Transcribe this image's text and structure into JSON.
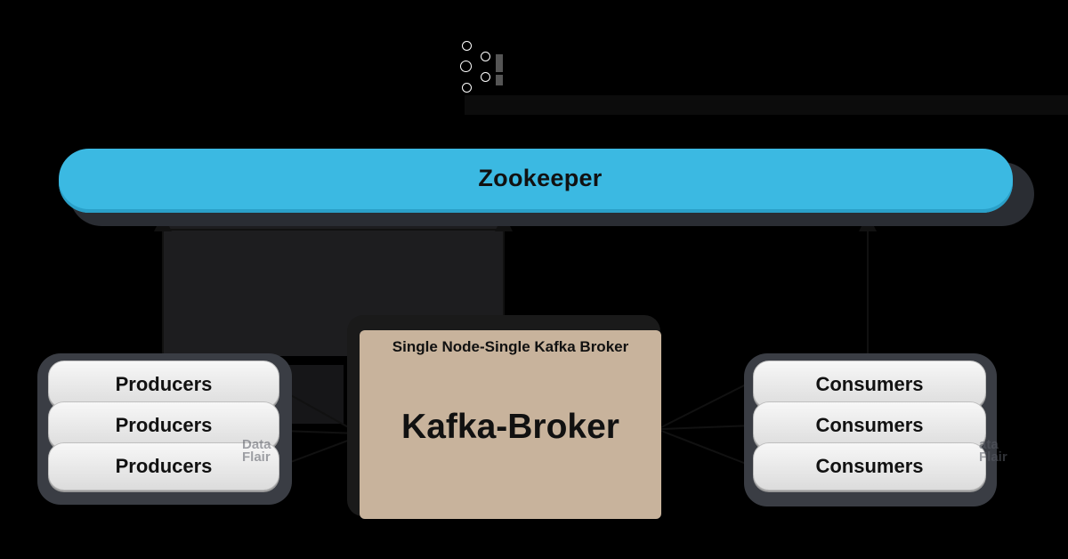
{
  "zookeeper": {
    "label": "Zookeeper"
  },
  "broker": {
    "subtitle": "Single Node-Single Kafka Broker",
    "label": "Kafka-Broker"
  },
  "producers": [
    "Producers",
    "Producers",
    "Producers"
  ],
  "consumers": [
    "Consumers",
    "Consumers",
    "Consumers"
  ],
  "watermark": {
    "left_line1": "Data",
    "left_line2": "Flair",
    "right_line1": "ata",
    "right_line2": "Flair"
  }
}
